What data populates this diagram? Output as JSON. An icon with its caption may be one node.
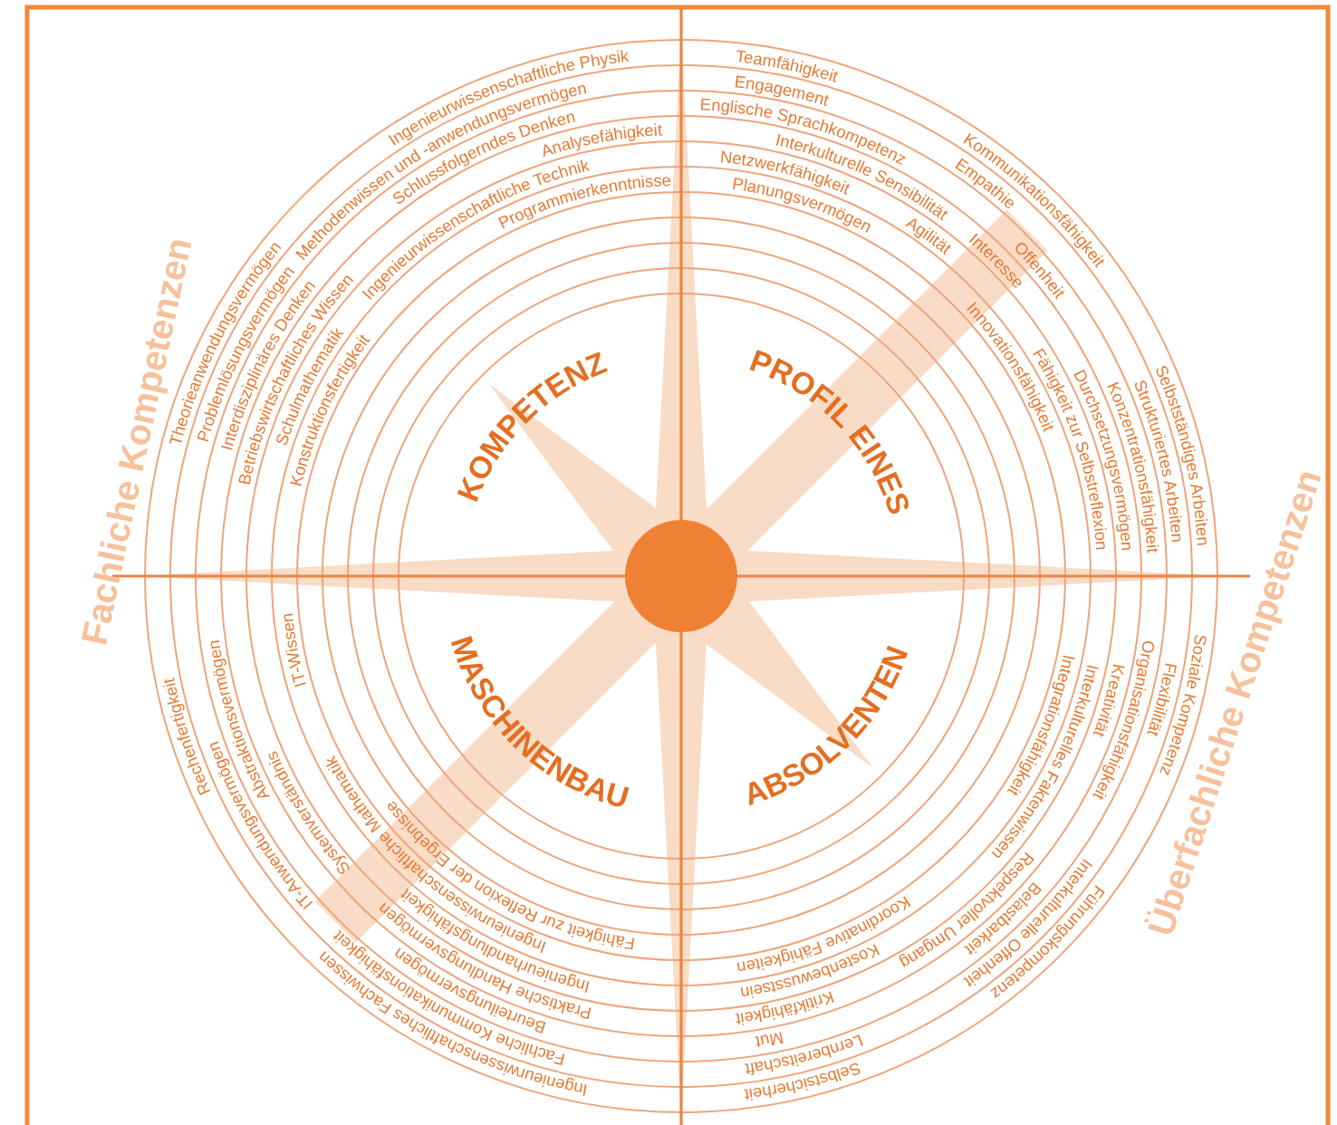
{
  "diagram": {
    "labels": [
      "Ingenieurwissenschaftliche Physik",
      "Methodenwissen und -anwendungsvermögen",
      "Schlussfolgerndes Denken",
      "Analysefähigkeit",
      "Ingenieurwissenschaftliche Technik",
      "Programmierkenntnisse",
      "Teamfähigkeit",
      "Kommunikationsfähigkeit",
      "Engagement",
      "Empathie",
      "Englische Sprachkompetenz",
      "Offenheit",
      "Interkulturelle Sensibilität",
      "Interesse",
      "Netzwerkfähigkeit",
      "Agilität",
      "Planungsvermögen",
      "Fachliche Kompetenzen",
      "Theorieanwendungsvermögen",
      "Problemlösungsvermögen",
      "Interdisziplinäres Denken",
      "Betriebswirtschaftliches Wissen",
      "Schulmathematik",
      "Konstruktionsfertigkeit",
      "KOMPETENZ",
      "PROFIL EINES",
      "Innovationsfähigkeit",
      "Fähigkeit zur Selbstreflexion",
      "Durchsetzungsvermögen",
      "Konzentrationsfähigkeit",
      "Strukturiertes Arbeiten",
      "Selbstständiges Arbeiten",
      "Überfachliche Kompetenzen",
      "Rechenfertigkeit",
      "IT-Anwendungsvermögen",
      "Abstraktionsvermögen",
      "Systemverständnis",
      "IT-Wissen",
      "MASCHINENBAU",
      "ABSOLVENTEN",
      "Integrationsfähigkeit",
      "Interkulturelles Faktenwissen",
      "Kreativität",
      "Organisationsfähigkeit",
      "Flexibilität",
      "Soziale Kompetenz",
      "Ingenieurwissenschaftliche Mathematik",
      "Fähigkeit zur Reflexion der Ergebnisse",
      "Ingenieurhandlungsfähigkeit",
      "Praktische Handlungsvermögen",
      "Beurteilungsvermögen",
      "Fachliche Kommunikationsfähigkeit",
      "Ingenieurwissenschaftliches Fachwissen",
      "Führungskompetenz",
      "Interkulturelle Offenheit",
      "Belastbarkeit",
      "Respektvoller Umgang",
      "Koordinative Fähigkeiten",
      "Kostenbewusstsein",
      "Kritikfähigkeit",
      "Mut",
      "Lernbereitschaft",
      "Selbstsicherheit"
    ]
  }
}
